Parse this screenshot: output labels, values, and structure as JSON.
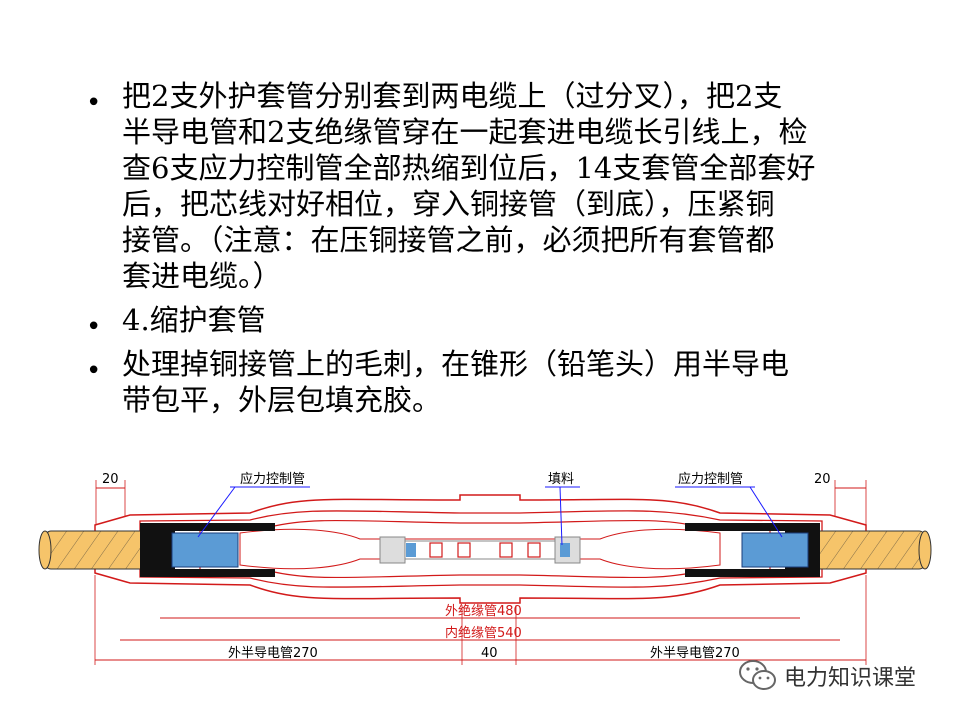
{
  "bullets": [
    {
      "lines": [
        "把2支外护套管分别套到两电缆上（过分叉），把2支",
        "半导电管和2支绝缘管穿在一起套进电缆长引线上，检",
        "查6支应力控制管全部热缩到位后，14支套管全部套好",
        "后，把芯线对好相位，穿入铜接管（到底），压紧铜",
        "接管。（注意：在压铜接管之前，必须把所有套管都",
        "套进电缆。）"
      ]
    },
    {
      "lines": [
        "4.缩护套管"
      ]
    },
    {
      "lines": [
        "处理掉铜接管上的毛刺，在锥形（铅笔头）用半导电",
        "带包平，外层包填充胶。"
      ]
    }
  ],
  "bullet_symbol": "•",
  "diagram": {
    "label_stress_left": "应力控制管",
    "label_filler": "填料",
    "label_stress_right": "应力控制管",
    "dim_left": "20",
    "dim_right": "20",
    "dim_outer_insulation": "外绝缘管480",
    "dim_inner_insulation": "内绝缘管540",
    "dim_semi_left": "外半导电管270",
    "dim_center": "40",
    "dim_semi_right": "外半导电管270",
    "colors": {
      "cable": "#f6c46a",
      "stress_tube": "#5b9bd5",
      "outline_red": "#d21a1a",
      "dim_lines": "#d21a1a",
      "label_lines": "#1a1aff"
    }
  },
  "watermark": {
    "text": "电力知识课堂",
    "icon": "wechat-icon"
  }
}
